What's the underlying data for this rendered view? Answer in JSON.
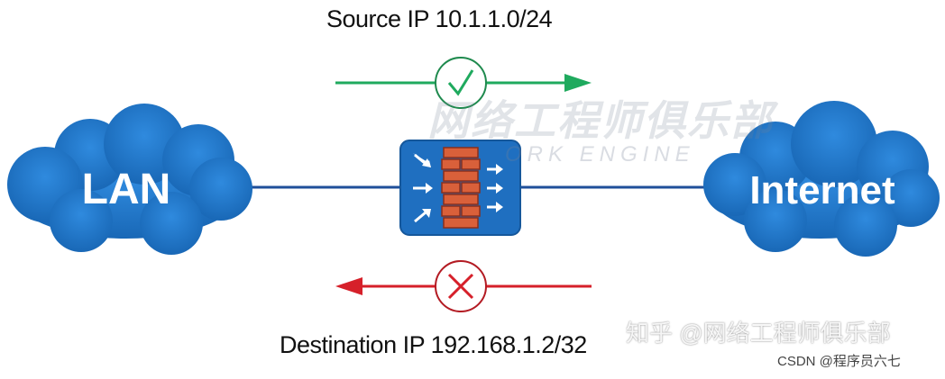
{
  "source_label": "Source IP  10.1.1.0/24",
  "destination_label": "Destination IP  192.168.1.2/32",
  "nodes": {
    "lan": "LAN",
    "internet": "Internet"
  },
  "watermarks": {
    "cn_title": "网络工程师俱乐部",
    "en_subtitle": "ORK  ENGINE",
    "zhihu": "知乎 @网络工程师俱乐部",
    "csdn": "CSDN @程序员六七"
  },
  "colors": {
    "cloud": "#1f73c4",
    "firewall_box": "#1f6fc0",
    "brick": "#d9603a",
    "allow": "#1faa5e",
    "deny": "#d6202a",
    "line": "#1f4f9a"
  },
  "icons": {
    "allow": "check-circle-icon",
    "deny": "x-circle-icon",
    "firewall": "firewall-icon"
  }
}
